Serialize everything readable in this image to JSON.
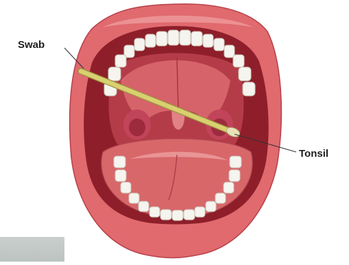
{
  "labels": {
    "swab": "Swab",
    "tonsil": "Tonsil"
  },
  "colors": {
    "lip": "#e06a6e",
    "mouth_interior": "#8e1f2a",
    "palate": "#c8545c",
    "tongue": "#d8676a",
    "teeth": "#f6f4ef",
    "swab_stick": "#d9d070",
    "swab_tip": "#e8e2b8",
    "tonsil": "#c2445a"
  },
  "icons": {
    "swab": "cotton-swab-illustration",
    "mouth": "open-mouth-illustration"
  }
}
